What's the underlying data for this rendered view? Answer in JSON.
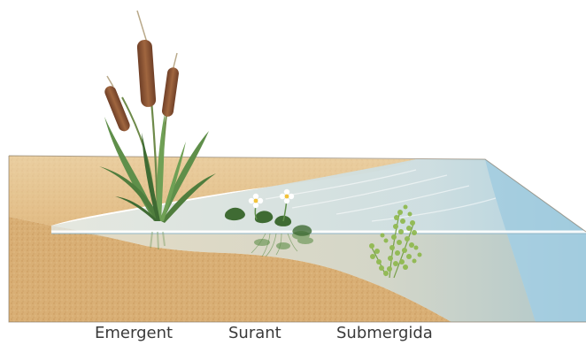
{
  "labels": {
    "emergent": "Emergent",
    "surant": "Surant",
    "submergida": "Submergida"
  },
  "colors": {
    "sand_light": "#e8c99a",
    "sand_mid": "#d9ac6b",
    "sand_dark": "#c8975a",
    "water_light": "#cfe3ec",
    "water_deep": "#9cc8dc",
    "cattail_head": "#8a5436",
    "reed_green": "#5f8f4a",
    "leaf_dark": "#3f6b33",
    "flower_white": "#ffffff",
    "flower_center": "#f2c23a",
    "submerged_green": "#8db84a",
    "label_text": "#3a3a3a"
  }
}
